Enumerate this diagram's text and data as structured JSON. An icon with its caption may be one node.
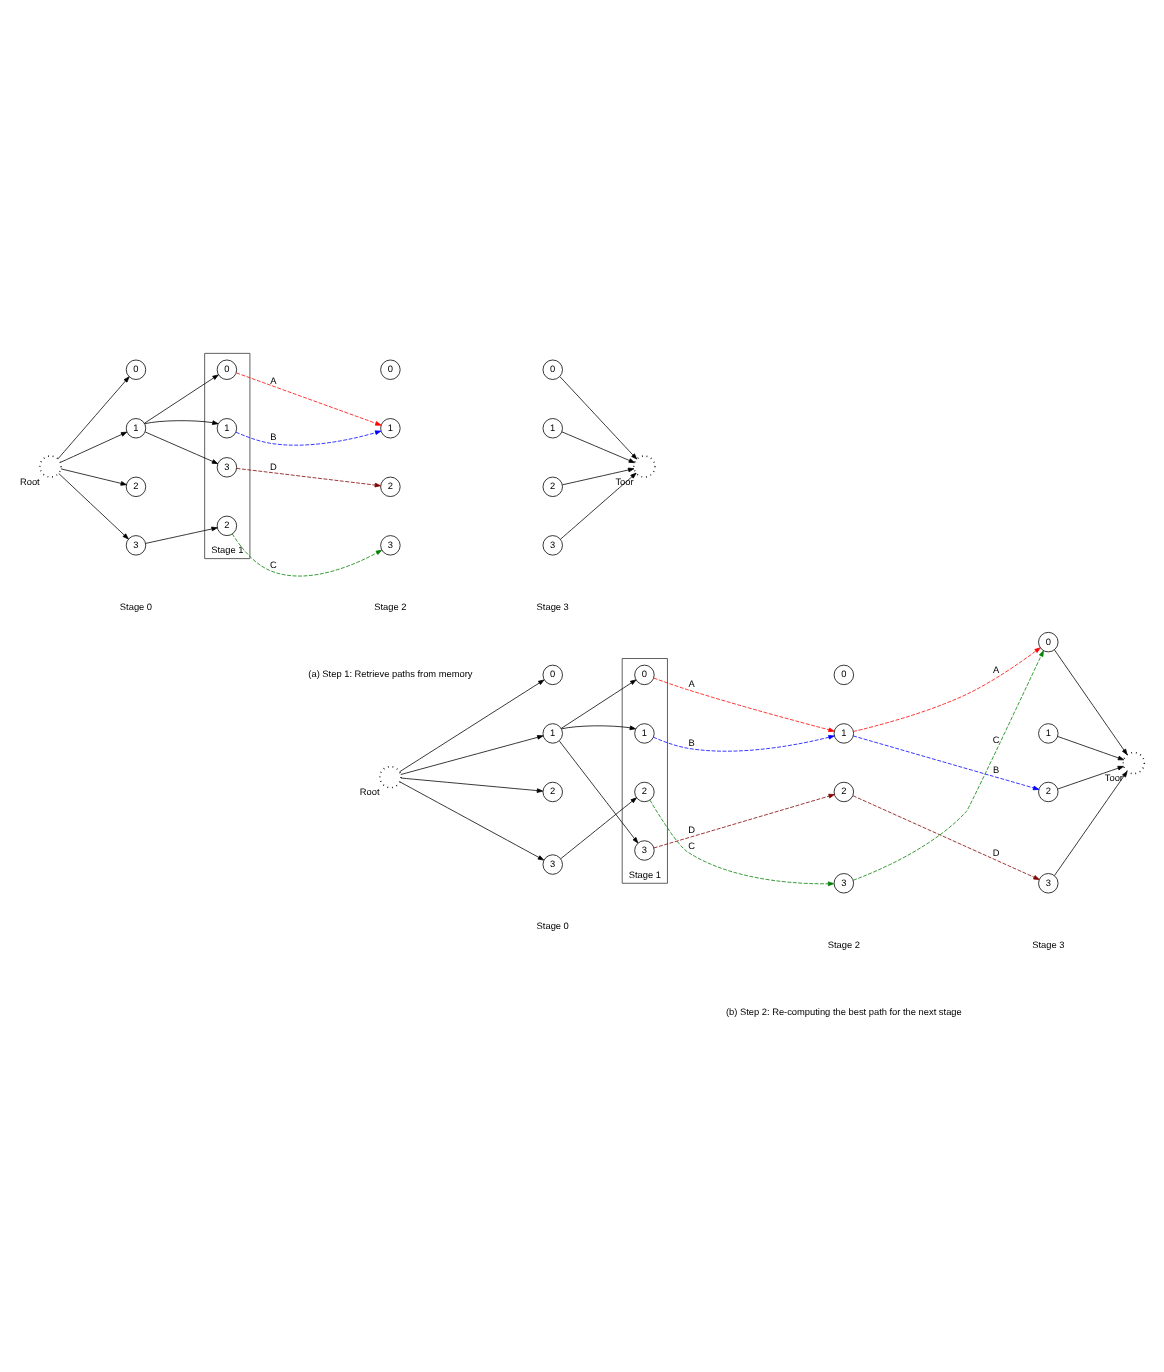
{
  "diagram": {
    "nodes": [
      {
        "text": [],
        "shape": "circle",
        "beside": [
          "Root"
        ]
      },
      {
        "text": [
          "0"
        ]
      },
      {
        "text": [
          "1"
        ]
      },
      {
        "text": [
          "2"
        ]
      },
      {
        "text": [
          "3"
        ]
      },
      {
        "text": [
          "Stage 1"
        ]
      },
      {
        "text": [
          "0"
        ],
        "in": 5
      },
      {
        "text": [
          "1"
        ],
        "in": 5
      },
      {
        "text": [
          "2"
        ],
        "in": 5
      },
      {
        "text": [
          "3"
        ],
        "in": 5
      },
      {
        "text": [
          "0"
        ]
      },
      {
        "text": [
          "1"
        ]
      },
      {
        "text": [
          "2"
        ]
      },
      {
        "text": [
          "3"
        ]
      },
      {
        "text": [
          "0"
        ]
      },
      {
        "text": [
          "1"
        ]
      },
      {
        "text": [
          "2"
        ]
      },
      {
        "text": [
          "3"
        ]
      },
      {
        "text": [],
        "shape": "circle",
        "beside": [
          "Toor"
        ]
      },
      {
        "text": [],
        "shape": "circle",
        "beside": [
          "Root"
        ]
      },
      {
        "text": [
          "0"
        ]
      },
      {
        "text": [
          "1"
        ]
      },
      {
        "text": [
          "2"
        ]
      },
      {
        "text": [
          "3"
        ]
      },
      {
        "text": [
          "Stage 1"
        ]
      },
      {
        "text": [
          "0"
        ],
        "in": 24
      },
      {
        "text": [
          "1"
        ],
        "in": 24
      },
      {
        "text": [
          "2"
        ],
        "in": 24
      },
      {
        "text": [
          "3"
        ],
        "in": 24
      },
      {
        "text": [
          "0"
        ]
      },
      {
        "text": [
          "1"
        ]
      },
      {
        "text": [
          "2"
        ]
      },
      {
        "text": [
          "3"
        ]
      },
      {
        "text": [
          "0"
        ]
      },
      {
        "text": [
          "1"
        ]
      },
      {
        "text": [
          "2"
        ]
      },
      {
        "text": [
          "3"
        ]
      },
      {
        "text": [],
        "shape": "circle",
        "beside": [
          "Toor"
        ]
      }
    ],
    "edges": [
      {
        "from": 0,
        "to": 1,
        "arrow": "to"
      },
      {
        "from": 0,
        "to": 2,
        "arrow": "to"
      },
      {
        "from": 0,
        "to": 3,
        "arrow": "to"
      },
      {
        "from": 0,
        "to": 4,
        "arrow": "to"
      },
      {
        "from": 2,
        "to": 6,
        "arrow": "to"
      },
      {
        "from": 2,
        "to": 7,
        "arrow": "to"
      },
      {
        "from": 2,
        "to": 9,
        "arrow": "to"
      },
      {
        "from": 4,
        "to": 8,
        "arrow": "to"
      },
      {
        "from": 6,
        "to": 11,
        "arrow": "to",
        "label": "A",
        "style": "dashed",
        "color": "#ff0000"
      },
      {
        "from": 7,
        "to": 11,
        "arrow": "to",
        "label": "B",
        "style": "dashed",
        "color": "#0000ff"
      },
      {
        "from": 8,
        "to": 13,
        "arrow": "to",
        "label": "C",
        "style": "dashed",
        "color": "#008000"
      },
      {
        "from": 9,
        "to": 12,
        "arrow": "to",
        "label": "D",
        "style": "dashed",
        "color": "#800000"
      },
      {
        "from": 14,
        "to": 18,
        "arrow": "to"
      },
      {
        "from": 15,
        "to": 18,
        "arrow": "to"
      },
      {
        "from": 16,
        "to": 18,
        "arrow": "to"
      },
      {
        "from": 17,
        "to": 18,
        "arrow": "to"
      },
      {
        "from": 19,
        "to": 20,
        "arrow": "to"
      },
      {
        "from": 19,
        "to": 21,
        "arrow": "to"
      },
      {
        "from": 19,
        "to": 22,
        "arrow": "to"
      },
      {
        "from": 19,
        "to": 23,
        "arrow": "to"
      },
      {
        "from": 21,
        "to": 25,
        "arrow": "to"
      },
      {
        "from": 21,
        "to": 26,
        "arrow": "to"
      },
      {
        "from": 21,
        "to": 28,
        "arrow": "to"
      },
      {
        "from": 23,
        "to": 27,
        "arrow": "to"
      },
      {
        "from": 25,
        "to": 30,
        "arrow": "to",
        "label": "A",
        "style": "dashed",
        "color": "#ff0000"
      },
      {
        "from": 26,
        "to": 30,
        "arrow": "to",
        "label": "B",
        "style": "dashed",
        "color": "#0000ff"
      },
      {
        "from": 27,
        "to": 32,
        "arrow": "to",
        "label": "C",
        "style": "dashed",
        "color": "#008000"
      },
      {
        "from": 28,
        "to": 31,
        "arrow": "to",
        "label": "D",
        "style": "dashed",
        "color": "#800000"
      },
      {
        "from": 30,
        "to": 33,
        "arrow": "to",
        "label": "A",
        "style": "dashed",
        "color": "#ff0000"
      },
      {
        "from": 30,
        "to": 35,
        "arrow": "to",
        "label": "B",
        "style": "dashed",
        "color": "#0000ff"
      },
      {
        "from": 32,
        "to": 33,
        "arrow": "to",
        "label": "C",
        "style": "dashed",
        "color": "#008000"
      },
      {
        "from": 31,
        "to": 36,
        "arrow": "to",
        "label": "D",
        "style": "dashed",
        "color": "#800000"
      },
      {
        "from": 33,
        "to": 37,
        "arrow": "to"
      },
      {
        "from": 34,
        "to": 37,
        "arrow": "to"
      },
      {
        "from": 35,
        "to": 37,
        "arrow": "to"
      },
      {
        "from": 36,
        "to": 37,
        "arrow": "to"
      }
    ],
    "labels": [
      "Stage 0",
      "Stage 2",
      "Stage 3",
      "(a) Step 1: Retrieve paths from memory",
      "Stage 0",
      "Stage 2",
      "Stage 3",
      "(b) Step 2: Re-computing the best path for the next stage"
    ]
  }
}
